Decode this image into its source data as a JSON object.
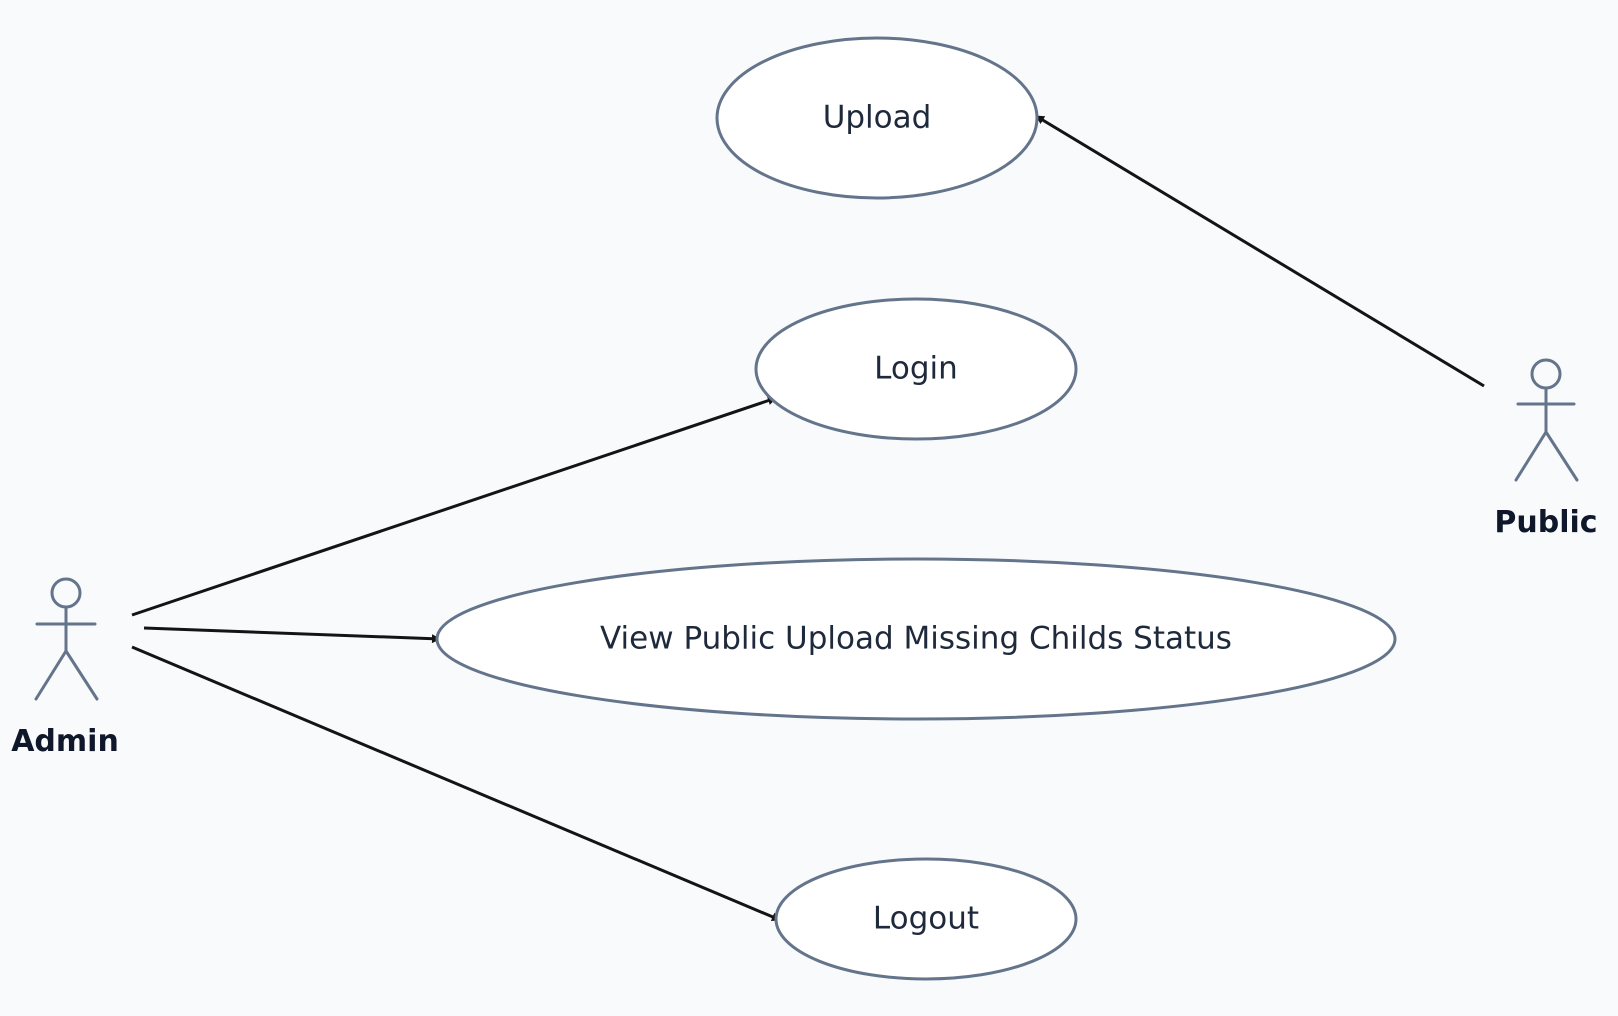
{
  "actors": {
    "admin": {
      "label": "Admin"
    },
    "public": {
      "label": "Public"
    }
  },
  "use_cases": {
    "upload": {
      "label": "Upload"
    },
    "login": {
      "label": "Login"
    },
    "view_status": {
      "label": "View Public Upload Missing Childs Status"
    },
    "logout": {
      "label": "Logout"
    }
  },
  "colors": {
    "background": "#f8fafc",
    "use_case_fill": "#ffffff",
    "outline": "#64748b",
    "arrow": "#141414",
    "text": "#1e293b"
  }
}
